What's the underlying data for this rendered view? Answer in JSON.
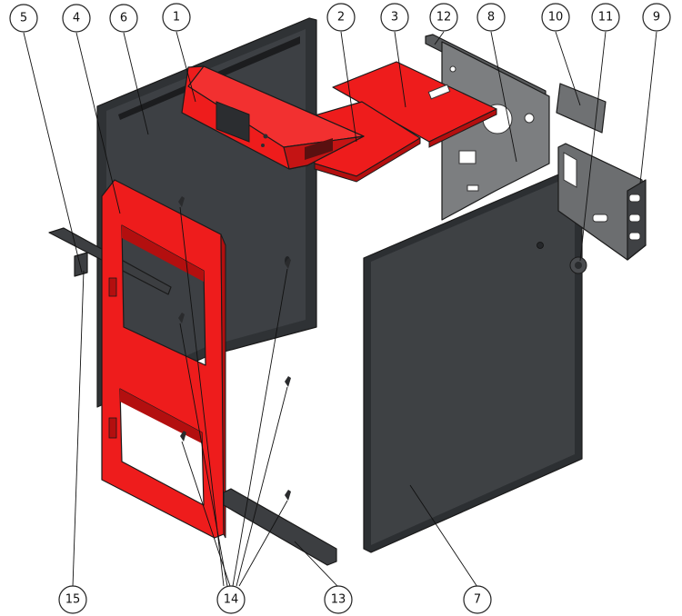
{
  "diagram": {
    "type": "exploded-assembly",
    "colors": {
      "red_part": "#ee1c1c",
      "red_dark": "#b30f0f",
      "dark_panel": "#3a3d40",
      "panel_edge": "#222426",
      "steel_plate": "#7a7c7e",
      "outline": "#1a1a1a"
    },
    "callouts": [
      {
        "id": "c1",
        "label": "1"
      },
      {
        "id": "c2",
        "label": "2"
      },
      {
        "id": "c3",
        "label": "3"
      },
      {
        "id": "c4",
        "label": "4"
      },
      {
        "id": "c5",
        "label": "5"
      },
      {
        "id": "c6",
        "label": "6"
      },
      {
        "id": "c7",
        "label": "7"
      },
      {
        "id": "c8",
        "label": "8"
      },
      {
        "id": "c9",
        "label": "9"
      },
      {
        "id": "c10",
        "label": "10"
      },
      {
        "id": "c11",
        "label": "11"
      },
      {
        "id": "c12",
        "label": "12"
      },
      {
        "id": "c13",
        "label": "13"
      },
      {
        "id": "c14",
        "label": "14"
      },
      {
        "id": "c15",
        "label": "15"
      }
    ]
  }
}
